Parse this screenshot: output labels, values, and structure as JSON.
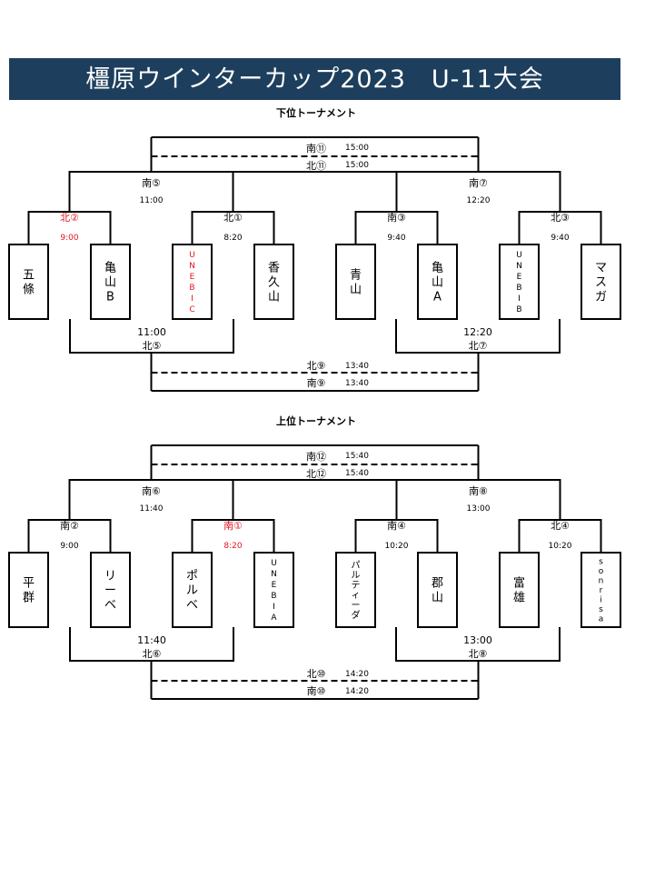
{
  "title": "橿原ウインターカップ2023　U-11大会",
  "colors": {
    "banner": "#1d3f5d",
    "highlight": "#e0161e",
    "line": "#000000"
  },
  "sections": [
    {
      "heading": "下位トーナメント",
      "final_top": {
        "label": "南⑪",
        "time": "15:00"
      },
      "final_bottom": {
        "label": "北⑪",
        "time": "15:00"
      },
      "semis": [
        {
          "label": "南⑤",
          "time": "11:00"
        },
        {
          "label": "南⑦",
          "time": "12:20"
        }
      ],
      "round1": [
        {
          "label": "北②",
          "time": "9:00",
          "highlight": true
        },
        {
          "label": "北①",
          "time": "8:20",
          "highlight": false
        },
        {
          "label": "南③",
          "time": "9:40",
          "highlight": false
        },
        {
          "label": "北③",
          "time": "9:40",
          "highlight": false
        }
      ],
      "teams": [
        {
          "name": "五條",
          "chars": [
            "五",
            "條"
          ],
          "highlight": false
        },
        {
          "name": "亀山B",
          "chars": [
            "亀",
            "山",
            "B"
          ],
          "highlight": false
        },
        {
          "name": "UNEBIC",
          "chars": [
            "U",
            "N",
            "E",
            "B",
            "I",
            "C"
          ],
          "highlight": true
        },
        {
          "name": "香久山",
          "chars": [
            "香",
            "久",
            "山"
          ],
          "highlight": false
        },
        {
          "name": "青山",
          "chars": [
            "青",
            "山"
          ],
          "highlight": false
        },
        {
          "name": "亀山A",
          "chars": [
            "亀",
            "山",
            "A"
          ],
          "highlight": false
        },
        {
          "name": "UNEBIB",
          "chars": [
            "U",
            "N",
            "E",
            "B",
            "I",
            "B"
          ],
          "highlight": false
        },
        {
          "name": "マスガ",
          "chars": [
            "マ",
            "ス",
            "ガ"
          ],
          "highlight": false
        }
      ],
      "lower_semis": [
        {
          "label": "北⑤",
          "time": "11:00"
        },
        {
          "label": "北⑦",
          "time": "12:20"
        }
      ],
      "lower_final_top": {
        "label": "北⑨",
        "time": "13:40"
      },
      "lower_final_bottom": {
        "label": "南⑨",
        "time": "13:40"
      }
    },
    {
      "heading": "上位トーナメント",
      "final_top": {
        "label": "南⑫",
        "time": "15:40"
      },
      "final_bottom": {
        "label": "北⑫",
        "time": "15:40"
      },
      "semis": [
        {
          "label": "南⑥",
          "time": "11:40"
        },
        {
          "label": "南⑧",
          "time": "13:00"
        }
      ],
      "round1": [
        {
          "label": "南②",
          "time": "9:00",
          "highlight": false
        },
        {
          "label": "南①",
          "time": "8:20",
          "highlight": true
        },
        {
          "label": "南④",
          "time": "10:20",
          "highlight": false
        },
        {
          "label": "北④",
          "time": "10:20",
          "highlight": false
        }
      ],
      "teams": [
        {
          "name": "平群",
          "chars": [
            "平",
            "群"
          ],
          "highlight": false
        },
        {
          "name": "リーベ",
          "chars": [
            "リ",
            "ー",
            "ベ"
          ],
          "highlight": false
        },
        {
          "name": "ポルベ",
          "chars": [
            "ポ",
            "ル",
            "ベ"
          ],
          "highlight": false
        },
        {
          "name": "UNEBIA",
          "chars": [
            "U",
            "N",
            "E",
            "B",
            "I",
            "A"
          ],
          "highlight": false
        },
        {
          "name": "パルティーダ",
          "chars": [
            "パ",
            "ル",
            "テ",
            "ィ",
            "ー",
            "ダ"
          ],
          "highlight": false
        },
        {
          "name": "郡山",
          "chars": [
            "郡",
            "山"
          ],
          "highlight": false
        },
        {
          "name": "富雄",
          "chars": [
            "富",
            "雄"
          ],
          "highlight": false
        },
        {
          "name": "sonrisa",
          "chars": [
            "s",
            "o",
            "n",
            "r",
            "i",
            "s",
            "a"
          ],
          "highlight": false
        }
      ],
      "lower_semis": [
        {
          "label": "北⑥",
          "time": "11:40"
        },
        {
          "label": "北⑧",
          "time": "13:00"
        }
      ],
      "lower_final_top": {
        "label": "北⑩",
        "time": "14:20"
      },
      "lower_final_bottom": {
        "label": "南⑩",
        "time": "14:20"
      }
    }
  ]
}
